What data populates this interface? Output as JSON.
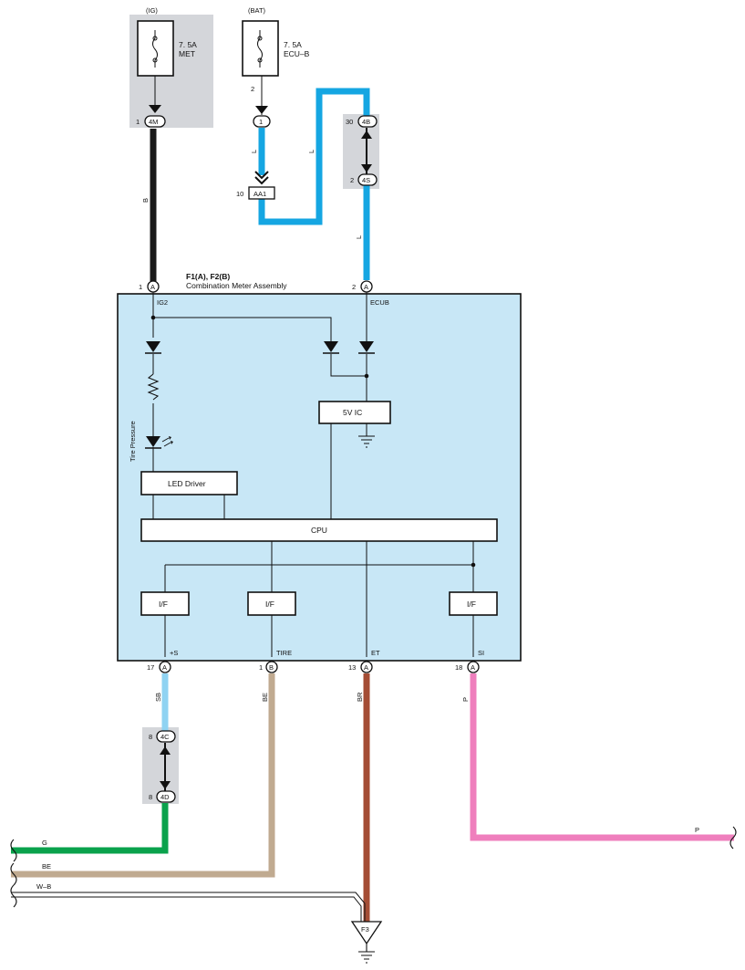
{
  "colors": {
    "shade": "#d4d6da",
    "meter_fill": "#c8e7f6",
    "wire_blue": "#15a6e2",
    "wire_black": "#1a1a1a",
    "wire_sky": "#8fd3f2",
    "wire_beige": "#c0aa90",
    "wire_brown": "#a44d35",
    "wire_pink": "#ef7fbd",
    "wire_green": "#0aa24c"
  },
  "fuses": {
    "ig": {
      "source": "(IG)",
      "rating": "7. 5A",
      "name": "MET"
    },
    "bat": {
      "source": "(BAT)",
      "rating": "7. 5A",
      "name": "ECU–B",
      "pin": "2"
    }
  },
  "connectors": {
    "c4m": {
      "id": "4M",
      "pin": "1"
    },
    "c1": {
      "id": "1"
    },
    "aa1": {
      "id": "AA1",
      "pin": "10"
    },
    "c4b": {
      "id": "4B",
      "pin": "30"
    },
    "c4s": {
      "id": "4S",
      "pin": "2"
    },
    "c4c": {
      "id": "4C",
      "pin": "8"
    },
    "c4d": {
      "id": "4D",
      "pin": "8"
    }
  },
  "wire_labels": {
    "b": "B",
    "l1": "L",
    "l2": "L",
    "l3": "L",
    "sb": "SB",
    "be": "BE",
    "br": "BR",
    "p": "P",
    "g": "G",
    "be_bottom": "BE",
    "wb": "W–B",
    "p_bottom": "P"
  },
  "meter": {
    "title": "F1(A), F2(B)",
    "subtitle": "Combination Meter Assembly",
    "tire_pressure": "Tire Pressure",
    "led_driver": "LED Driver",
    "ic": "5V IC",
    "cpu": "CPU",
    "if1": "I/F",
    "if2": "I/F",
    "if3": "I/F",
    "top_pins": [
      {
        "num": "1",
        "conn": "A",
        "name": "IG2"
      },
      {
        "num": "2",
        "conn": "A",
        "name": "ECUB"
      }
    ],
    "bottom_pins": [
      {
        "num": "17",
        "conn": "A",
        "name": "+S"
      },
      {
        "num": "1",
        "conn": "B",
        "name": "TIRE"
      },
      {
        "num": "13",
        "conn": "A",
        "name": "ET"
      },
      {
        "num": "18",
        "conn": "A",
        "name": "SI"
      }
    ]
  },
  "ground": {
    "id": "F3"
  }
}
